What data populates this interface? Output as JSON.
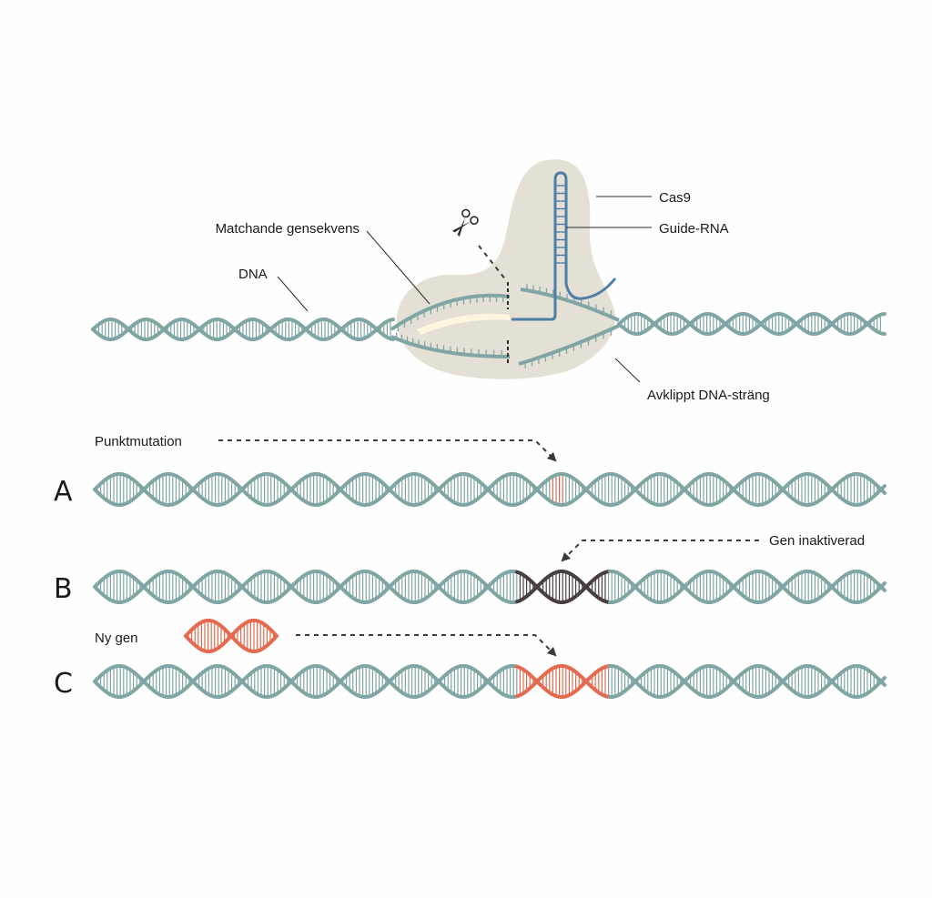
{
  "colors": {
    "dna": "#7fa6a4",
    "cas9": "#e5e0d5",
    "guide": "#4d7fa6",
    "match": "#fbf7df",
    "point_mutation": "#e46b4f",
    "inactivated": "#4a3f40",
    "new_gene": "#e46b4f",
    "arrow": "#3a3a3a"
  },
  "labels": {
    "cas9": "Cas9",
    "guide_rna": "Guide-RNA",
    "matching_sequence": "Matchande gensekvens",
    "dna": "DNA",
    "cut_strand": "Avklippt DNA-sträng",
    "point_mutation": "Punktmutation",
    "gene_inactivated": "Gen inaktiverad",
    "new_gene": "Ny gen"
  },
  "rows": [
    {
      "letter": "A"
    },
    {
      "letter": "B"
    },
    {
      "letter": "C"
    }
  ],
  "icons": {
    "scissors": "scissors-icon"
  }
}
